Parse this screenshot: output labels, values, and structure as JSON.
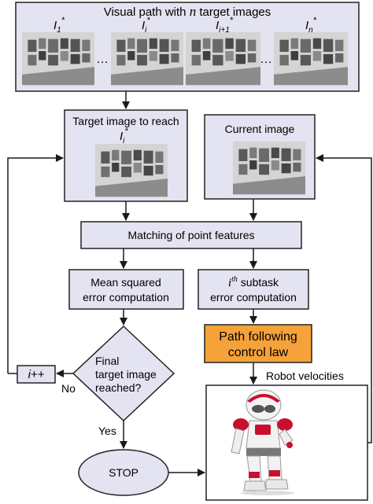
{
  "colors": {
    "box_fill": "#e3e3f1",
    "box_stroke": "#222222",
    "control_fill": "#f5a23a",
    "photo_wall": "#d9d9d9",
    "photo_floor": "#8d8d8d"
  },
  "top_box": {
    "title_pre": "Visual path with ",
    "title_var": "n",
    "title_post": " target images",
    "image_labels": [
      {
        "base": "I",
        "sub": "1",
        "sup": "*"
      },
      {
        "base": "I",
        "sub": "i",
        "sup": "*"
      },
      {
        "base": "I",
        "sub": "i+1",
        "sup": "*"
      },
      {
        "base": "I",
        "sub": "n",
        "sup": "*"
      }
    ],
    "ellipsis": "…"
  },
  "target_box": {
    "title": "Target image to reach",
    "label": {
      "base": "I",
      "sub": "i",
      "sup": "*"
    }
  },
  "current_box": {
    "title": "Current image"
  },
  "matching_box": {
    "label": "Matching of point features"
  },
  "mse_box": {
    "line1": "Mean squared",
    "line2": "error computation"
  },
  "subtask_box": {
    "sup_var": "i",
    "sup_suffix": "th",
    "line1_rest": " subtask",
    "line2": "error computation"
  },
  "control_box": {
    "line1": "Path following",
    "line2": "control law"
  },
  "decision": {
    "line1": "Final",
    "line2": "target image",
    "line3": "reached?"
  },
  "increment_box": {
    "label": "i++"
  },
  "edge_labels": {
    "no": "No",
    "yes": "Yes",
    "robot_velocities": "Robot velocities"
  },
  "stop": {
    "label": "STOP"
  },
  "robot": {
    "icon": "humanoid-robot-icon"
  }
}
